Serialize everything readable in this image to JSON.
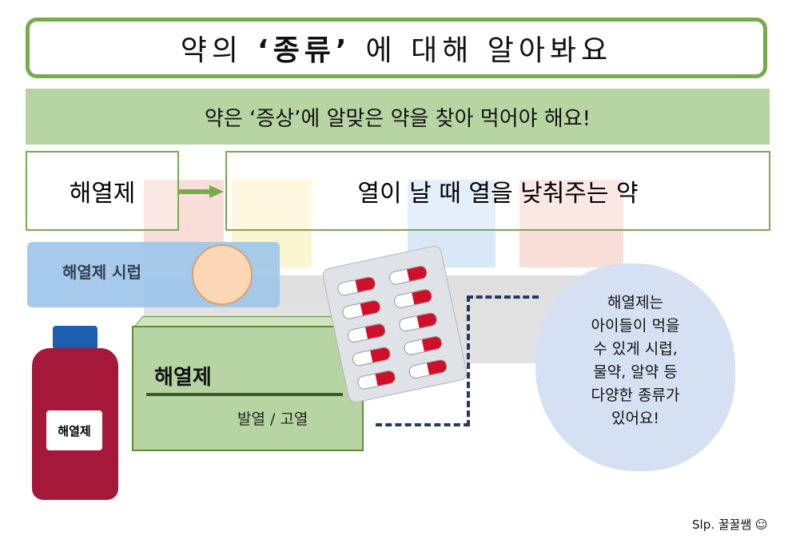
{
  "title": {
    "pre": "약의",
    "emph": "‘종류’",
    "post": "에 대해 알아봐요"
  },
  "subtitle": "약은 ‘증상’에 알맞은 약을 찾아 먹어야 해요!",
  "term": "해열제",
  "definition": "열이 날 때 열을 낮춰주는 약",
  "syrup_label": "해열제 시럽",
  "bottle_label": "해열제",
  "package": {
    "name": "해열제",
    "sub": "발열 / 고열"
  },
  "cloud_lines": [
    "해열제는",
    "아이들이 먹을",
    "수 있게 시럽,",
    "물약, 알약 등",
    "다양한 종류가",
    "있어요!"
  ],
  "signature": "Slp. 꿀꿀쌤 ☺",
  "colors": {
    "green": "#77ab4c",
    "light_green": "#b7d5a3",
    "blue": "#9cc5ea",
    "red": "#a6183a",
    "cloud": "#d5e1f2"
  }
}
